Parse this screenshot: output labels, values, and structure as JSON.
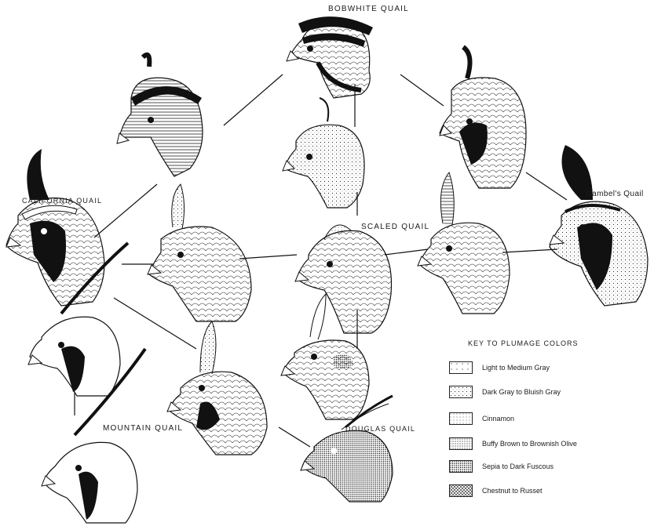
{
  "species_labels": {
    "bobwhite": "BOBWHITE QUAIL",
    "gambels": "Gambel's Quail",
    "california": "CALIFORNIA QUAIL",
    "scaled": "SCALED QUAIL",
    "mountain": "MOUNTAIN QUAIL",
    "douglas": "DOUGLAS QUAIL"
  },
  "key": {
    "title": "KEY TO PLUMAGE COLORS",
    "items": [
      {
        "label": "Light to Medium Gray",
        "pattern": "sparse-dots"
      },
      {
        "label": "Dark Gray to Bluish Gray",
        "pattern": "light-stipple"
      },
      {
        "label": "Cinnamon",
        "pattern": "fine-dots"
      },
      {
        "label": "Buffy Brown to Brownish Olive",
        "pattern": "medium-dots"
      },
      {
        "label": "Sepia to Dark Fuscous",
        "pattern": "dense-dots"
      },
      {
        "label": "Chestnut to Russet",
        "pattern": "crosshatch"
      }
    ]
  },
  "colors": {
    "ink": "#1a1a1a",
    "paper": "#ffffff"
  }
}
